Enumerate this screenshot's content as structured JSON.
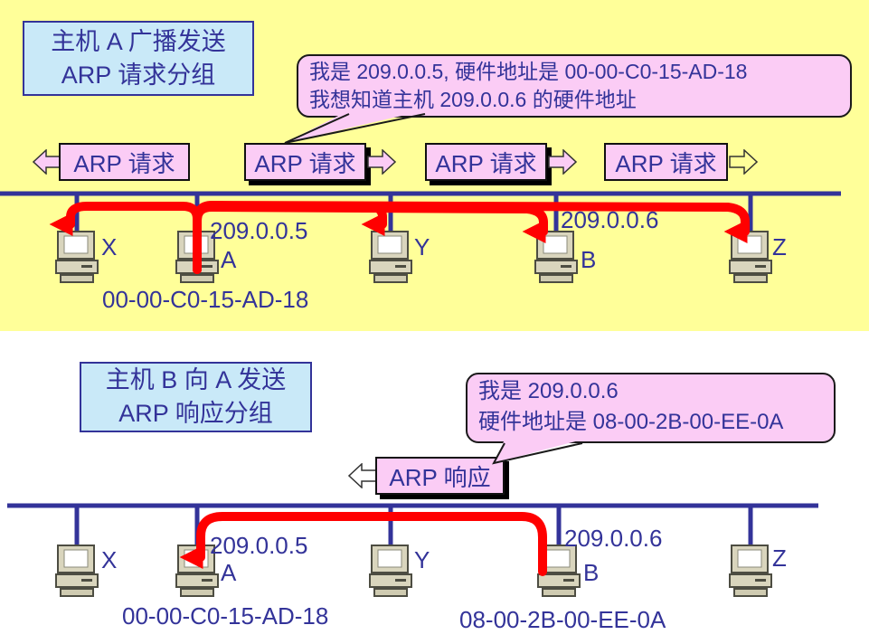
{
  "colors": {
    "section_background": "#FFFF99",
    "panel_fill": "#C9E9F8",
    "packet_fill": "#FBCCF5",
    "text_navy": "#333399",
    "wire_blue": "#333399",
    "arrow_red": "#FF0000"
  },
  "top": {
    "title": {
      "line1": "主机 A 广播发送",
      "line2": "ARP 请求分组"
    },
    "bubble": {
      "line1": "我是 209.0.0.5,  硬件地址是 00-00-C0-15-AD-18",
      "line2": "我想知道主机 209.0.0.6 的硬件地址"
    },
    "packets": [
      "ARP 请求",
      "ARP 请求",
      "ARP 请求",
      "ARP 请求"
    ],
    "hosts": [
      {
        "label": "X"
      },
      {
        "label": "A",
        "ip": "209.0.0.5",
        "mac": "00-00-C0-15-AD-18"
      },
      {
        "label": "Y"
      },
      {
        "label": "B",
        "ip": "209.0.0.6"
      },
      {
        "label": "Z"
      }
    ]
  },
  "bottom": {
    "title": {
      "line1": "主机 B 向 A 发送",
      "line2": "ARP 响应分组"
    },
    "bubble": {
      "line1": "我是 209.0.0.6",
      "line2": "硬件地址是 08-00-2B-00-EE-0A"
    },
    "packet": "ARP 响应",
    "hosts": [
      {
        "label": "X"
      },
      {
        "label": "A",
        "ip": "209.0.0.5",
        "mac": "00-00-C0-15-AD-18"
      },
      {
        "label": "Y"
      },
      {
        "label": "B",
        "ip": "209.0.0.6",
        "mac": "08-00-2B-00-EE-0A"
      },
      {
        "label": "Z"
      }
    ]
  },
  "icons": {
    "computer": "computer-icon",
    "packet_arrow_left": "arrow-left-icon",
    "packet_arrow_right": "arrow-right-icon",
    "broadcast_arrow": "red-broadcast-arrow",
    "bubble_tail": "speech-bubble-tail"
  }
}
